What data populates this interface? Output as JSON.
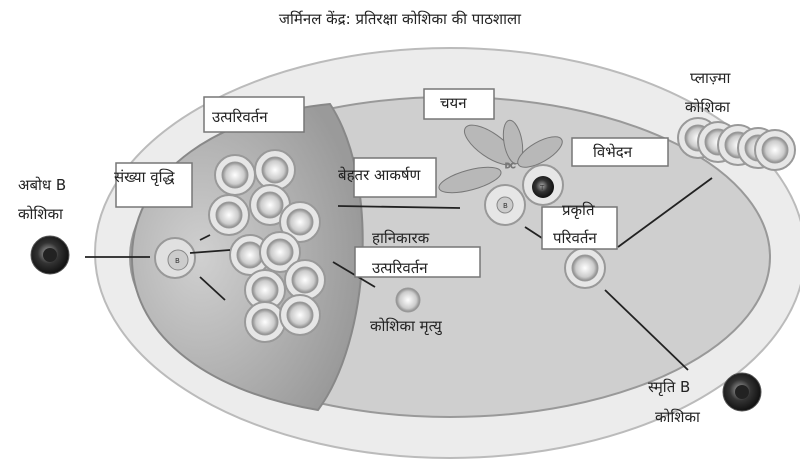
{
  "title": "जर्मिनल केंद्र: प्रतिरक्षा कोशिका की पाठशाला",
  "labels": {
    "naive_b_line1": "अबोध B",
    "naive_b_line2": "कोशिका",
    "proliferation": "संख्या वृद्धि",
    "mutation": "उत्परिवर्तन",
    "better_affinity": "बेहतर आकर्षण",
    "harmful_line1": "हानिकारक",
    "harmful_line2": "उत्परिवर्तन",
    "cell_death": "कोशिका मृत्यु",
    "selection": "चयन",
    "differentiation": "विभेदन",
    "class_switch_line1": "प्रकृति",
    "class_switch_line2": "परिवर्तन",
    "plasma_line1": "प्लाज़्मा",
    "plasma_line2": "कोशिका",
    "memory_line1": "स्मृति B",
    "memory_line2": "कोशिका"
  },
  "cell_letters": {
    "b": "B",
    "t": "T",
    "dc": "DC"
  }
}
